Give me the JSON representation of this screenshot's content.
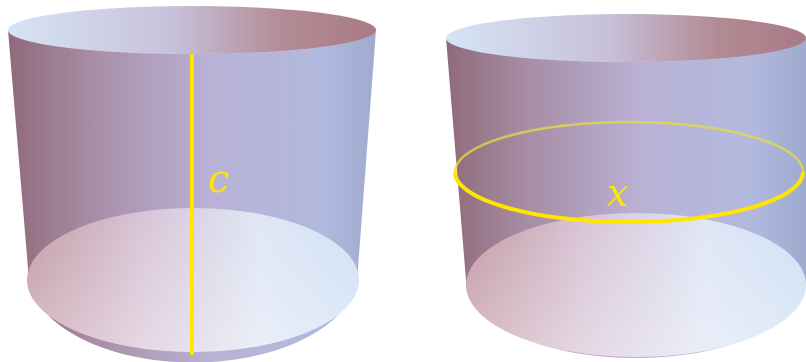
{
  "figure": {
    "left_cylinder": {
      "curve_label": "c",
      "curve_kind": "vertical line segment from top rim to bottom rim"
    },
    "right_cylinder": {
      "curve_label": "x",
      "curve_kind": "horizontal circle around the cylinder at mid-height"
    }
  },
  "colors": {
    "highlight": "#ffe600",
    "surface_light": "#c8daf2",
    "surface_rose": "#b07e88",
    "surface_lavender": "#bcb4d6",
    "background": "#ffffff"
  }
}
